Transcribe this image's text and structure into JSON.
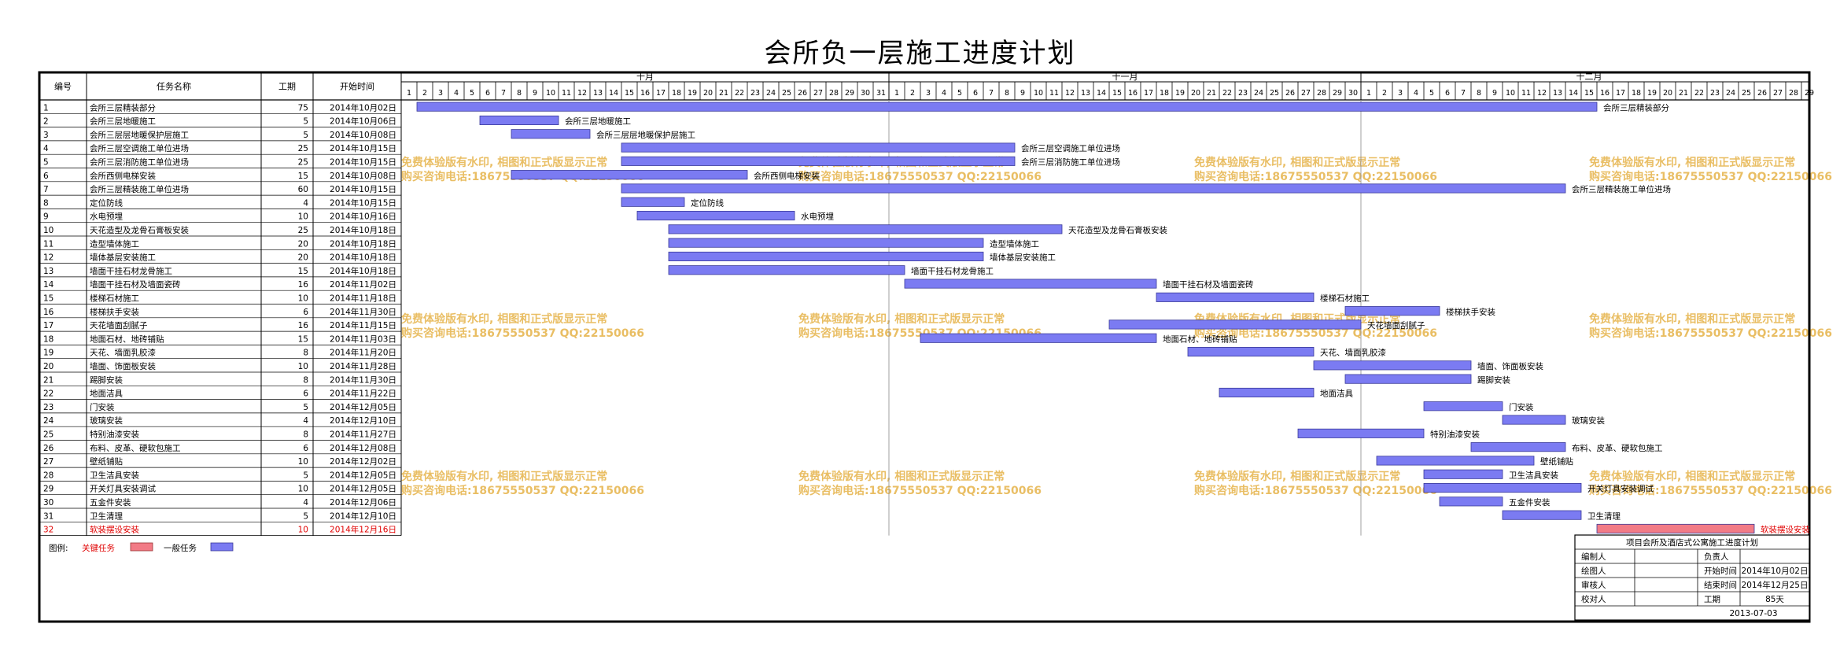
{
  "title": "会所负一层施工进度计划",
  "colors": {
    "normal_bar": "#7b7bf2",
    "critical_bar": "#f27b86",
    "critical_text": "#e00000",
    "watermark": "#e6b34a",
    "grid": "#000000"
  },
  "headers": {
    "no": "编号",
    "name": "任务名称",
    "dur": "工期",
    "start": "开始时间"
  },
  "months": [
    "十月",
    "十一月",
    "十二月"
  ],
  "legend": {
    "label": "图例:",
    "critical": "关键任务",
    "normal": "一般任务"
  },
  "watermark": {
    "line1": "免费体验版有水印, 相图和正式版显示正常",
    "line2": "购买咨询电话:18675550537 QQ:22150066"
  },
  "info_box": {
    "title": "项目会所及酒店式公寓施工进度计划",
    "rows": [
      [
        "编制人",
        "",
        "负责人",
        ""
      ],
      [
        "绘图人",
        "",
        "开始时间",
        "2014年10月02日"
      ],
      [
        "审核人",
        "",
        "结束时间",
        "2014年12月25日"
      ],
      [
        "校对人",
        "",
        "工期",
        "85天"
      ]
    ],
    "date": "2013-07-03"
  },
  "chart_data": {
    "type": "gantt",
    "title": "会所负一层施工进度计划",
    "timeline_start": "2014-10-01",
    "timeline_end": "2014-12-29",
    "tasks": [
      {
        "no": "1",
        "name": "会所三层精装部分",
        "dur": "75",
        "start": "2014年10月02日",
        "start_date": "2014-10-02",
        "days": 75,
        "critical": false
      },
      {
        "no": "2",
        "name": "会所三层地暖施工",
        "dur": "5",
        "start": "2014年10月06日",
        "start_date": "2014-10-06",
        "days": 5,
        "critical": false
      },
      {
        "no": "3",
        "name": "会所三层层地暖保护层施工",
        "dur": "5",
        "start": "2014年10月08日",
        "start_date": "2014-10-08",
        "days": 5,
        "critical": false
      },
      {
        "no": "4",
        "name": "会所三层空调施工单位进场",
        "dur": "25",
        "start": "2014年10月15日",
        "start_date": "2014-10-15",
        "days": 25,
        "critical": false
      },
      {
        "no": "5",
        "name": "会所三层消防施工单位进场",
        "dur": "25",
        "start": "2014年10月15日",
        "start_date": "2014-10-15",
        "days": 25,
        "critical": false
      },
      {
        "no": "6",
        "name": "会所西侧电梯安装",
        "dur": "15",
        "start": "2014年10月08日",
        "start_date": "2014-10-08",
        "days": 15,
        "critical": false
      },
      {
        "no": "7",
        "name": "会所三层精装施工单位进场",
        "dur": "60",
        "start": "2014年10月15日",
        "start_date": "2014-10-15",
        "days": 60,
        "critical": false
      },
      {
        "no": "8",
        "name": "定位防线",
        "dur": "4",
        "start": "2014年10月15日",
        "start_date": "2014-10-15",
        "days": 4,
        "critical": false
      },
      {
        "no": "9",
        "name": "水电预埋",
        "dur": "10",
        "start": "2014年10月16日",
        "start_date": "2014-10-16",
        "days": 10,
        "critical": false
      },
      {
        "no": "10",
        "name": "天花造型及龙骨石膏板安装",
        "dur": "25",
        "start": "2014年10月18日",
        "start_date": "2014-10-18",
        "days": 25,
        "critical": false
      },
      {
        "no": "11",
        "name": "造型墙体施工",
        "dur": "20",
        "start": "2014年10月18日",
        "start_date": "2014-10-18",
        "days": 20,
        "critical": false
      },
      {
        "no": "12",
        "name": "墙体基层安装施工",
        "dur": "20",
        "start": "2014年10月18日",
        "start_date": "2014-10-18",
        "days": 20,
        "critical": false
      },
      {
        "no": "13",
        "name": "墙面干挂石材龙骨施工",
        "dur": "15",
        "start": "2014年10月18日",
        "start_date": "2014-10-18",
        "days": 15,
        "critical": false
      },
      {
        "no": "14",
        "name": "墙面干挂石材及墙面瓷砖",
        "dur": "16",
        "start": "2014年11月02日",
        "start_date": "2014-11-02",
        "days": 16,
        "critical": false
      },
      {
        "no": "15",
        "name": "楼梯石材施工",
        "dur": "10",
        "start": "2014年11月18日",
        "start_date": "2014-11-18",
        "days": 10,
        "critical": false
      },
      {
        "no": "16",
        "name": "楼梯扶手安装",
        "dur": "6",
        "start": "2014年11月30日",
        "start_date": "2014-11-30",
        "days": 6,
        "critical": false
      },
      {
        "no": "17",
        "name": "天花墙面刮腻子",
        "dur": "16",
        "start": "2014年11月15日",
        "start_date": "2014-11-15",
        "days": 16,
        "critical": false
      },
      {
        "no": "18",
        "name": "地面石材、地砖铺贴",
        "dur": "15",
        "start": "2014年11月03日",
        "start_date": "2014-11-03",
        "days": 15,
        "critical": false
      },
      {
        "no": "19",
        "name": "天花、墙面乳胶漆",
        "dur": "8",
        "start": "2014年11月20日",
        "start_date": "2014-11-20",
        "days": 8,
        "critical": false
      },
      {
        "no": "20",
        "name": "墙面、饰面板安装",
        "dur": "10",
        "start": "2014年11月28日",
        "start_date": "2014-11-28",
        "days": 10,
        "critical": false
      },
      {
        "no": "21",
        "name": "踢脚安装",
        "dur": "8",
        "start": "2014年11月30日",
        "start_date": "2014-11-30",
        "days": 8,
        "critical": false
      },
      {
        "no": "22",
        "name": "地面洁具",
        "dur": "6",
        "start": "2014年11月22日",
        "start_date": "2014-11-22",
        "days": 6,
        "critical": false
      },
      {
        "no": "23",
        "name": "门安装",
        "dur": "5",
        "start": "2014年12月05日",
        "start_date": "2014-12-05",
        "days": 5,
        "critical": false
      },
      {
        "no": "24",
        "name": "玻璃安装",
        "dur": "4",
        "start": "2014年12月10日",
        "start_date": "2014-12-10",
        "days": 4,
        "critical": false
      },
      {
        "no": "25",
        "name": "特别油漆安装",
        "dur": "8",
        "start": "2014年11月27日",
        "start_date": "2014-11-27",
        "days": 8,
        "critical": false
      },
      {
        "no": "26",
        "name": "布料、皮革、硬软包施工",
        "dur": "6",
        "start": "2014年12月08日",
        "start_date": "2014-12-08",
        "days": 6,
        "critical": false
      },
      {
        "no": "27",
        "name": "壁纸铺贴",
        "dur": "10",
        "start": "2014年12月02日",
        "start_date": "2014-12-02",
        "days": 10,
        "critical": false
      },
      {
        "no": "28",
        "name": "卫生洁具安装",
        "dur": "5",
        "start": "2014年12月05日",
        "start_date": "2014-12-05",
        "days": 5,
        "critical": false
      },
      {
        "no": "29",
        "name": "开关灯具安装调试",
        "dur": "10",
        "start": "2014年12月05日",
        "start_date": "2014-12-05",
        "days": 10,
        "critical": false
      },
      {
        "no": "30",
        "name": "五金件安装",
        "dur": "4",
        "start": "2014年12月06日",
        "start_date": "2014-12-06",
        "days": 4,
        "critical": false
      },
      {
        "no": "31",
        "name": "卫生清理",
        "dur": "5",
        "start": "2014年12月10日",
        "start_date": "2014-12-10",
        "days": 5,
        "critical": false
      },
      {
        "no": "32",
        "name": "软装摆设安装",
        "dur": "10",
        "start": "2014年12月16日",
        "start_date": "2014-12-16",
        "days": 10,
        "critical": true
      }
    ]
  }
}
